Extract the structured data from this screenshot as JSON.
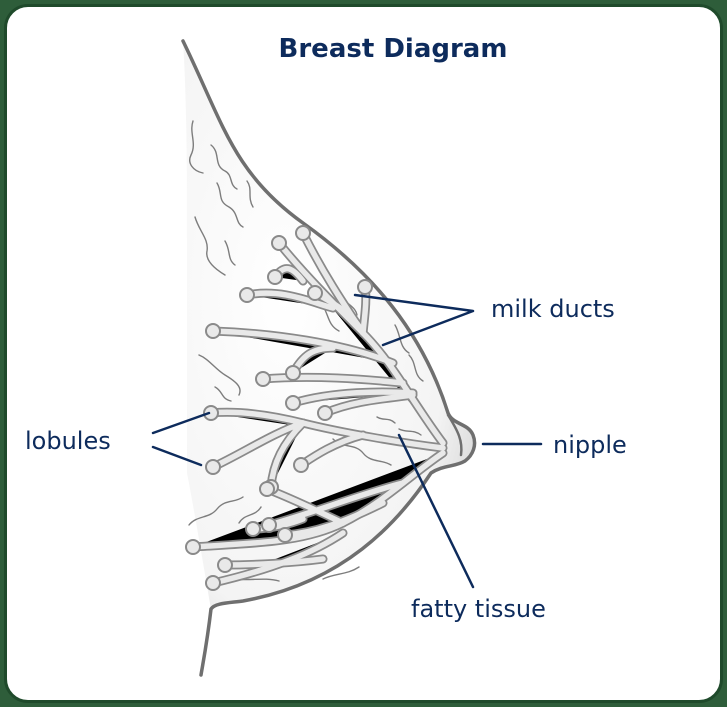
{
  "title": "Breast Diagram",
  "labels": {
    "milk_ducts": "milk ducts",
    "lobules": "lobules",
    "nipple": "nipple",
    "fatty_tissue": "fatty tissue"
  },
  "colors": {
    "frame": "#2e5d3a",
    "text": "#0d2b5c",
    "outline": "#6f6f6f"
  }
}
